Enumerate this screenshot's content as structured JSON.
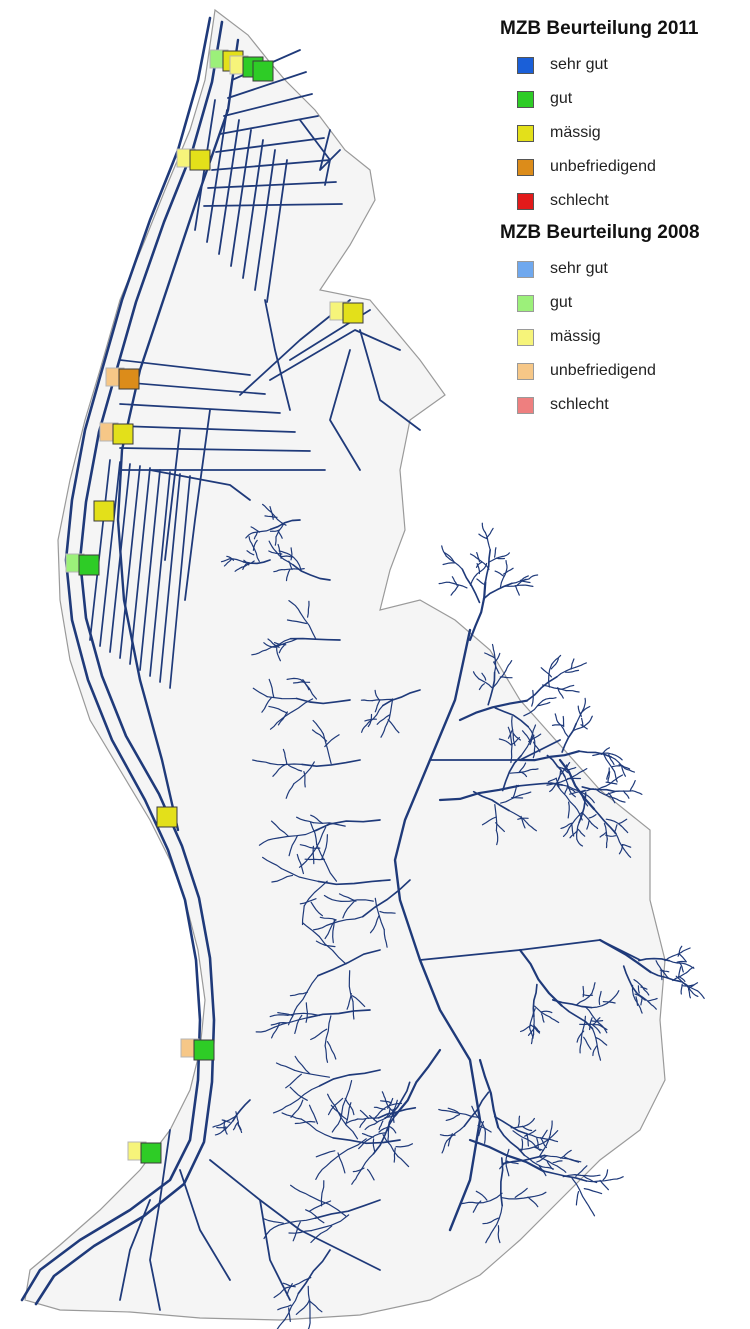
{
  "legend": {
    "groups": [
      {
        "title": "MZB Beurteilung 2011",
        "items": [
          {
            "label": "sehr gut",
            "color": "#1a5fd8"
          },
          {
            "label": "gut",
            "color": "#2ecc26"
          },
          {
            "label": "mässig",
            "color": "#e3e01a"
          },
          {
            "label": "unbefriedigend",
            "color": "#dc8c1a"
          },
          {
            "label": "schlecht",
            "color": "#e21a1a"
          }
        ]
      },
      {
        "title": "MZB Beurteilung 2008",
        "items": [
          {
            "label": "sehr gut",
            "color": "#6fa8ee"
          },
          {
            "label": "gut",
            "color": "#9cf07a"
          },
          {
            "label": "mässig",
            "color": "#f6f47a"
          },
          {
            "label": "unbefriedigend",
            "color": "#f6c787"
          },
          {
            "label": "schlecht",
            "color": "#ee7f7f"
          }
        ]
      }
    ]
  },
  "map": {
    "region_fill": "#f5f5f5",
    "border_color": "#9a9a9a",
    "river_color": "#1f3a7a",
    "stations": [
      {
        "id": "s1",
        "rating_2008": "gut",
        "rating_2011": "mässig"
      },
      {
        "id": "s2",
        "rating_2008": "mässig",
        "rating_2011": "gut"
      },
      {
        "id": "s3",
        "rating_2011": "gut"
      },
      {
        "id": "s4",
        "rating_2008": "mässig",
        "rating_2011": "mässig"
      },
      {
        "id": "s5",
        "rating_2008": "mässig",
        "rating_2011": "mässig"
      },
      {
        "id": "s6",
        "rating_2008": "unbefriedigend",
        "rating_2011": "unbefriedigend"
      },
      {
        "id": "s7",
        "rating_2008": "unbefriedigend",
        "rating_2011": "mässig"
      },
      {
        "id": "s8",
        "rating_2011": "mässig"
      },
      {
        "id": "s9",
        "rating_2008": "gut",
        "rating_2011": "gut"
      },
      {
        "id": "s10",
        "rating_2011": "mässig"
      },
      {
        "id": "s11",
        "rating_2008": "unbefriedigend",
        "rating_2011": "gut"
      },
      {
        "id": "s12",
        "rating_2008": "mässig",
        "rating_2011": "gut"
      }
    ]
  }
}
